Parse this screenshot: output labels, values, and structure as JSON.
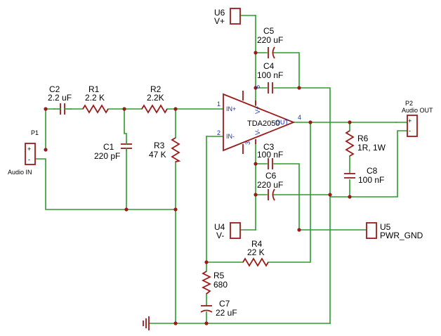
{
  "colors": {
    "wire": "#2e9a2e",
    "component": "#9b1b1b",
    "pin_text": "#1a2db5",
    "text": "#000000"
  },
  "icons": {
    "ground": "ground-icon"
  },
  "connectors": {
    "p1": {
      "ref": "P1",
      "name": "Audio IN",
      "plus": "+",
      "minus": "-"
    },
    "p2": {
      "ref": "P2",
      "name": "Audio OUT",
      "plus": "+",
      "minus": "-"
    },
    "u4": {
      "ref": "U4",
      "name": "V-"
    },
    "u5": {
      "ref": "U5",
      "name": "PWR_GND"
    },
    "u6": {
      "ref": "U6",
      "name": "V+"
    }
  },
  "components": {
    "c1": {
      "ref": "C1",
      "value": "220 pF"
    },
    "c2": {
      "ref": "C2",
      "value": "2.2 uF"
    },
    "c3": {
      "ref": "C3",
      "value": "100 nF"
    },
    "c4": {
      "ref": "C4",
      "value": "100 nF"
    },
    "c5": {
      "ref": "C5",
      "value": "220 uF"
    },
    "c6": {
      "ref": "C6",
      "value": "220 uF"
    },
    "c7": {
      "ref": "C7",
      "value": "22 uF"
    },
    "c8": {
      "ref": "C8",
      "value": "100 nF"
    },
    "r1": {
      "ref": "R1",
      "value": "2.2 K"
    },
    "r2": {
      "ref": "R2",
      "value": "2.2K"
    },
    "r3": {
      "ref": "R3",
      "value": "47 K"
    },
    "r4": {
      "ref": "R4",
      "value": "22 K"
    },
    "r5": {
      "ref": "R5",
      "value": "680"
    },
    "r6": {
      "ref": "R6",
      "value": "1R, 1W"
    }
  },
  "amplifier": {
    "name": "TDA2050",
    "pins": {
      "in_plus_num": "1",
      "in_plus_name": "IN+",
      "in_minus_num": "2",
      "in_minus_name": "IN-",
      "vminus_num": "3",
      "vminus_name": "V-",
      "out_num": "4",
      "out_name": "OUT",
      "vplus_num": "5",
      "vplus_name": "V+"
    }
  }
}
